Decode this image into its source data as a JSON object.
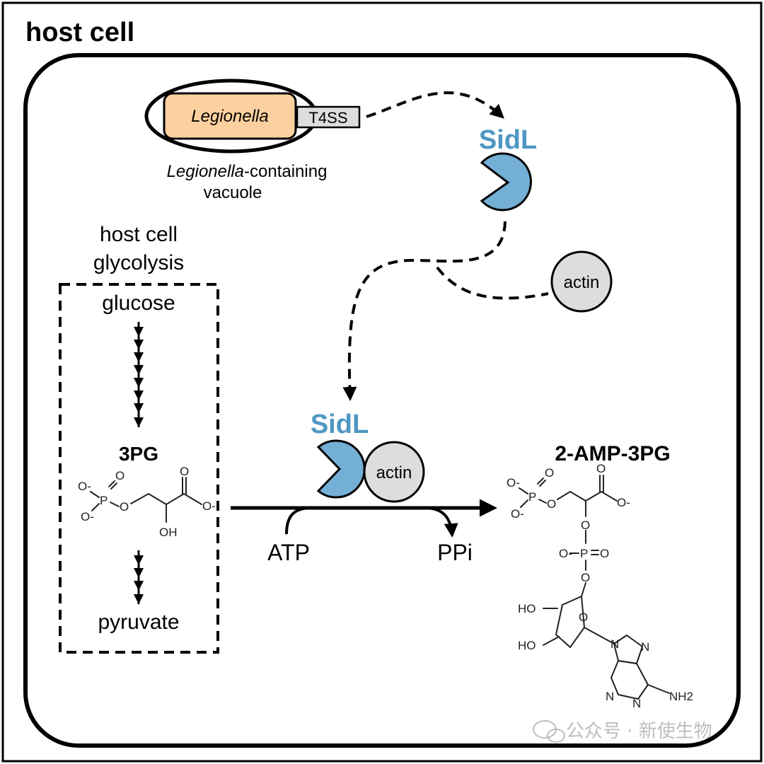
{
  "title": "host cell",
  "legionella": {
    "bacterium_label": "Legionella",
    "secretion_system_label": "T4SS",
    "vacuole_label_italic": "Legionella",
    "vacuole_label_rest": "-containing",
    "vacuole_label_line2": "vacuole"
  },
  "effector": {
    "name_top": "SidL",
    "name_bottom": "SidL",
    "partner_label_free": "actin",
    "partner_label_bound": "actin",
    "color": "#4e97c4",
    "fill": "#74afd6"
  },
  "glycolysis": {
    "title_line1": "host cell",
    "title_line2": "glycolysis",
    "start": "glucose",
    "intermediate": "3PG",
    "end": "pyruvate"
  },
  "reaction": {
    "substrate_in": "ATP",
    "byproduct_out": "PPi",
    "product": "2-AMP-3PG"
  },
  "chem_3pg": {
    "o_minus_1": "O-",
    "o_minus_2": "O-",
    "o_minus_3": "O-",
    "p": "P",
    "o1": "O",
    "o2": "O",
    "o3": "O",
    "o4": "O",
    "oh": "OH"
  },
  "chem_product": {
    "o_minus_1": "O-",
    "o_minus_2": "O-",
    "o_minus_3": "O-",
    "o_minus_4": "O-",
    "p1": "P",
    "p2": "P",
    "ho1": "HO",
    "ho2": "HO",
    "nh2": "NH2",
    "n": "N",
    "o": "O"
  },
  "watermark": "公众号 · 新使生物",
  "colors": {
    "bacterium_fill": "#fdd19f",
    "actin_fill": "#dddddd",
    "t4ss_fill": "#dddddd"
  }
}
